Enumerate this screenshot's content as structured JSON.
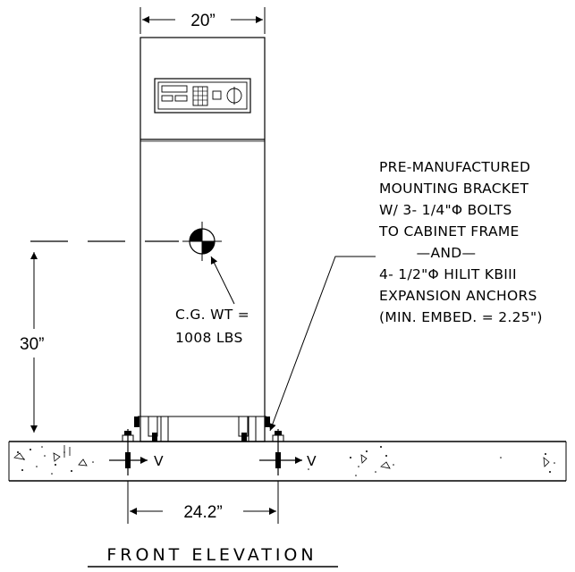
{
  "dimensions": {
    "cabinet_width": "20”",
    "cg_height": "30”",
    "anchor_spacing": "24.2”"
  },
  "cg_label": {
    "line1": "C.G. WT =",
    "line2": "1008 LBS"
  },
  "bracket_note": {
    "line1": "PRE-MANUFACTURED",
    "line2": "MOUNTING BRACKET",
    "line3": "W/ 3- 1/4\"Φ BOLTS",
    "line4": "TO CABINET FRAME",
    "line5": "—AND—",
    "line6": "4- 1/2\"Φ HILIT KBIII",
    "line7": "EXPANSION ANCHORS",
    "line8": "(MIN. EMBED. = 2.25\")"
  },
  "section_marks": {
    "left": "V",
    "right": "V"
  },
  "title": "FRONT ELEVATION"
}
